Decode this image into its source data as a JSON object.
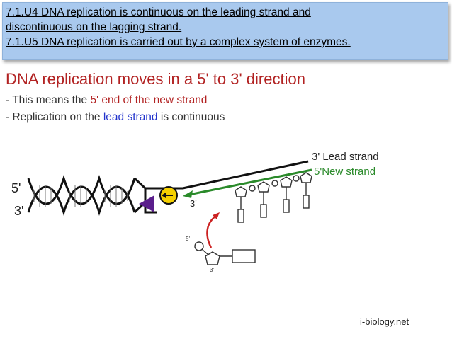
{
  "header": {
    "line1": "7.1.U4  DNA replication is continuous on the leading strand and",
    "line2": "discontinuous on the lagging strand.",
    "line3": "7.1.U5  DNA replication is carried out by a complex system of enzymes."
  },
  "title": "DNA replication moves in a 5' to 3' direction",
  "bullets": {
    "b1_prefix": "- This means the ",
    "b1_highlight": "5' end of the new strand",
    "b2_prefix": "- Replication on the ",
    "b2_highlight": "lead strand",
    "b2_suffix": " is continuous"
  },
  "diagram": {
    "label_5prime_left": "5'",
    "label_3prime_left": "3'",
    "label_3prime_mid": "3'",
    "label_lead_strand": "3' Lead strand",
    "label_new_strand": "5'New strand",
    "nucleotide_5prime": "5'",
    "nucleotide_3prime": "3'"
  },
  "colors": {
    "header_bg": "#a9c9ee",
    "title": "#b22222",
    "lead_strand_highlight": "#2233cc",
    "new_strand": "#2a8a2a",
    "helicase": "#f5d000",
    "polymerase": "#5a1e8c",
    "arrow": "#cc2222"
  },
  "credit": "i-biology.net"
}
